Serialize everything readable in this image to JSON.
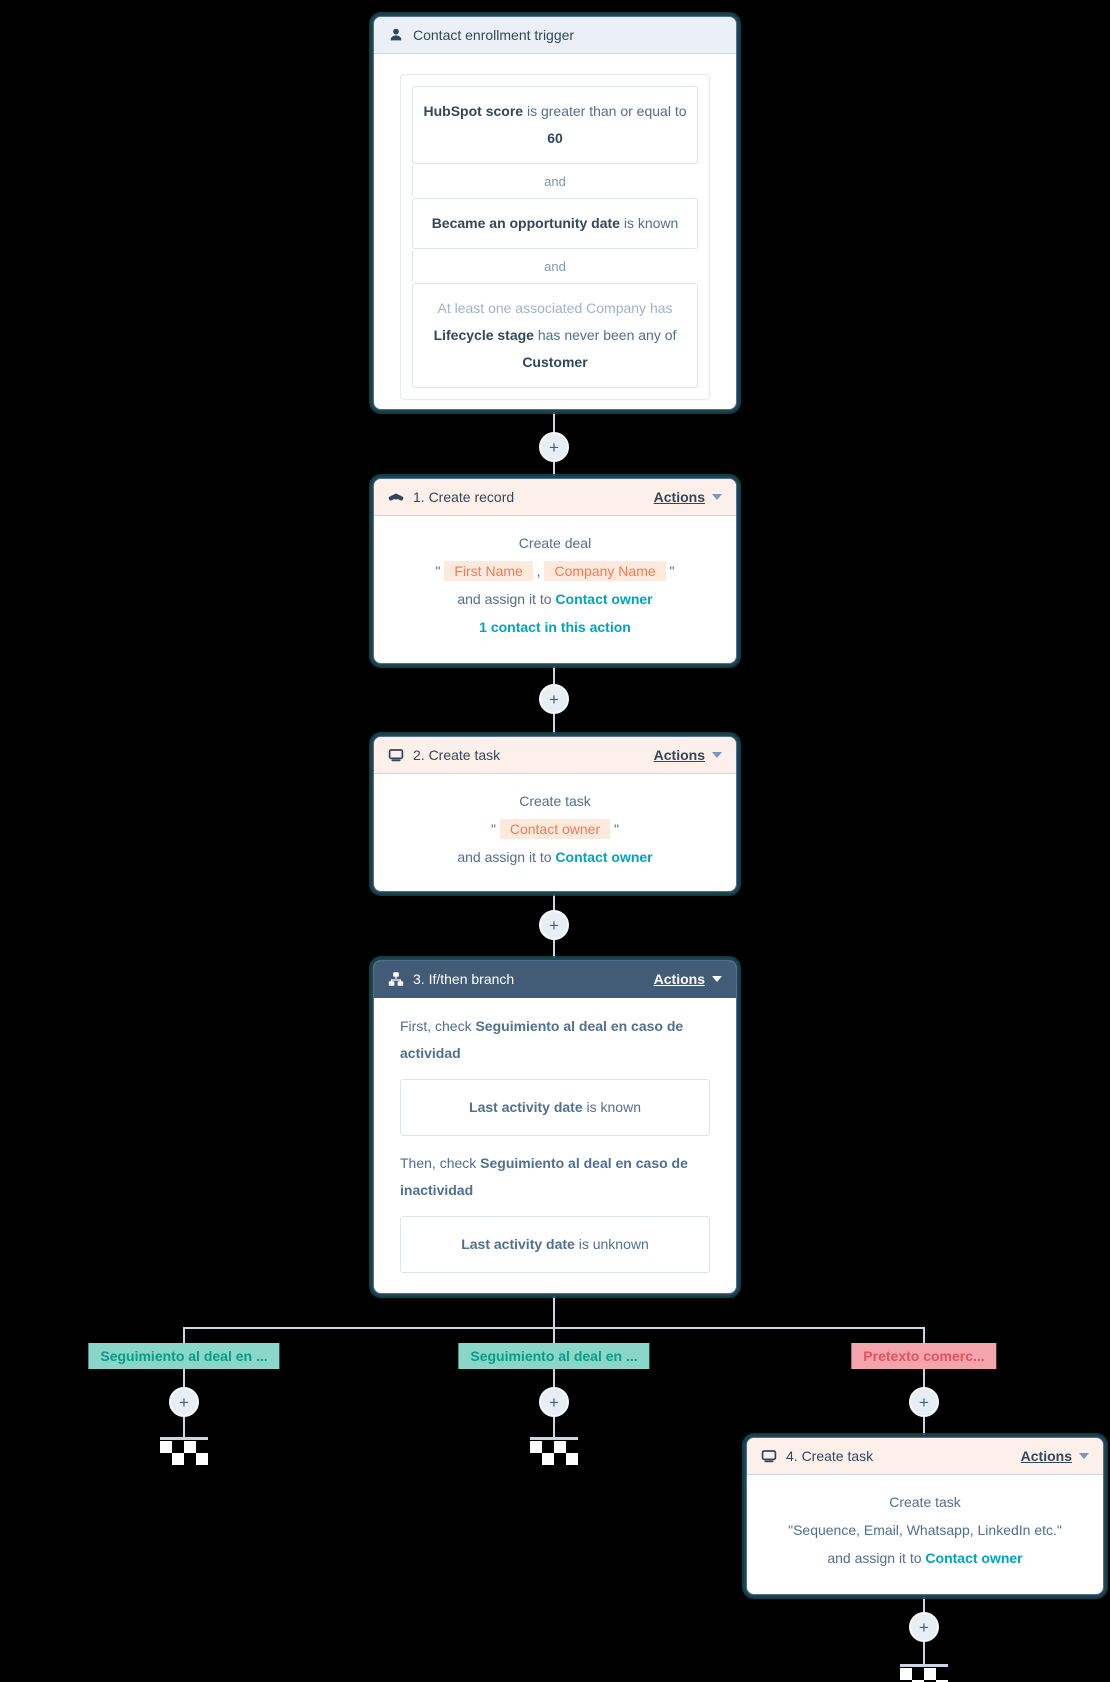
{
  "colors": {
    "accent_orange": "#f27a53",
    "token_bg": "#fdeadd",
    "link_teal": "#00a4bd",
    "header_blue": "#eaf0f6",
    "header_peach": "#fdf0ea",
    "header_dark": "#425b76",
    "branch_teal_bg": "#8ad6c8",
    "branch_teal_text": "#0b9b88",
    "branch_red_bg": "#f4a4ac",
    "branch_red_text": "#e2545c",
    "connector": "#cbd6e2"
  },
  "plus": "+",
  "trigger": {
    "title": "Contact enrollment trigger",
    "and_label": "and",
    "cond1": {
      "b1": "HubSpot score",
      "r1": "is greater than or equal to",
      "b2": "60"
    },
    "cond2": {
      "b1": "Became an opportunity date",
      "r1": "is known"
    },
    "cond3": {
      "muted": "At least one associated Company has",
      "b1": "Lifecycle stage",
      "r1": "has never been any of",
      "b2": "Customer"
    }
  },
  "action1": {
    "title": "1. Create record",
    "actions_label": "Actions",
    "line1": "Create deal",
    "quote_open": "\"",
    "token1": "First Name",
    "comma": ",",
    "token2": "Company Name",
    "quote_close": "\"",
    "assign_prefix": "and assign it to",
    "assign_link": "Contact owner",
    "line4": "1 contact in this action"
  },
  "action2": {
    "title": "2. Create task",
    "actions_label": "Actions",
    "line1": "Create task",
    "quote_open": "\"",
    "token1": "Contact owner",
    "quote_close": "\"",
    "assign_prefix": "and assign it to",
    "assign_link": "Contact owner"
  },
  "ifthen": {
    "title": "3. If/then branch",
    "actions_label": "Actions",
    "first_prefix": "First, check",
    "first_bold": "Seguimiento al deal en caso de actividad",
    "cond1": {
      "b1": "Last activity date",
      "r1": "is known"
    },
    "then_prefix": "Then, check",
    "then_bold": "Seguimiento al deal en caso de inactividad",
    "cond2": {
      "b1": "Last activity date",
      "r1": "is unknown"
    }
  },
  "branches": [
    {
      "label": "Seguimiento al deal en ...",
      "type": "teal"
    },
    {
      "label": "Seguimiento al deal en ...",
      "type": "teal"
    },
    {
      "label": "Pretexto comerc...",
      "type": "red"
    }
  ],
  "action4": {
    "title": "4. Create task",
    "actions_label": "Actions",
    "line1": "Create task",
    "line2": "\"Sequence, Email, Whatsapp, LinkedIn etc.\"",
    "assign_prefix": "and assign it to",
    "assign_link": "Contact owner"
  }
}
